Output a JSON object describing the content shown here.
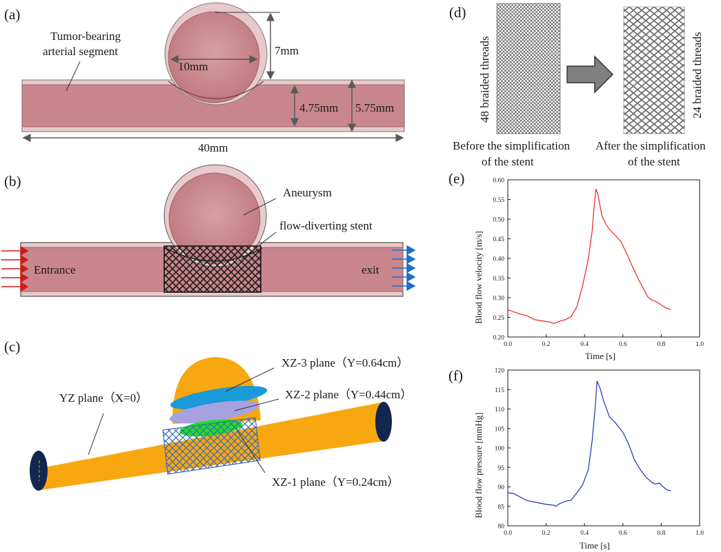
{
  "colors": {
    "vessel_fill": "#c9868c",
    "vessel_wall": "#e8c9cb",
    "aneurysm_fill": "#cf8f95",
    "aneurysm_wall": "#e9cbcd",
    "inlet_arrow": "#cc1a1a",
    "outlet_arrow": "#1f6fc7",
    "dimension_arrow": "#595959",
    "model_orange": "#f7a70f",
    "model_cap": "#12264f",
    "plane_xz3": "#1a9ad9",
    "plane_xz2": "#a7a2df",
    "plane_xz1": "#1ee01e",
    "stent_mesh": "#3d6db5",
    "velocity_line": "#e8221f",
    "pressure_line": "#1d2fb0",
    "simplify_arrow": "#808080"
  },
  "panel_a": {
    "tag": "(a)",
    "segment_label_line1": "Tumor-bearing",
    "segment_label_line2": "arterial segment",
    "dim_aneurysm_diameter": "10mm",
    "dim_aneurysm_height": "7mm",
    "dim_inner_diameter": "4.75mm",
    "dim_outer_diameter": "5.75mm",
    "dim_length": "40mm"
  },
  "panel_b": {
    "tag": "(b)",
    "aneurysm_label": "Aneurysm",
    "stent_label": "flow-diverting stent",
    "entrance_label": "Entrance",
    "exit_label": "exit"
  },
  "panel_c": {
    "tag": "(c)",
    "xz3_label": "XZ-3  plane（Y=0.64cm）",
    "xz2_label": "XZ-2 plane（Y=0.44cm）",
    "yz_label": "YZ plane（X=0）",
    "xz1_label": "XZ-1 plane（Y=0.24cm）"
  },
  "panel_d": {
    "tag": "(d)",
    "before_threads": "48 braided threads",
    "after_threads": "24 braided threads",
    "before_caption_line1": "Before the simplification",
    "before_caption_line2": "of the stent",
    "after_caption_line1": "After the simplification",
    "after_caption_line2": "of the stent"
  },
  "chart_data": [
    {
      "type": "line",
      "tag": "(e)",
      "xlabel": "Time [s]",
      "ylabel": "Blood flow velocity [m/s]",
      "xlim": [
        0.0,
        1.0
      ],
      "ylim": [
        0.2,
        0.6
      ],
      "xticks": [
        "0.0",
        "0.2",
        "0.4",
        "0.6",
        "0.8",
        "1.0"
      ],
      "yticks": [
        "0.20",
        "0.25",
        "0.30",
        "0.35",
        "0.40",
        "0.45",
        "0.50",
        "0.55",
        "0.60"
      ],
      "x": [
        0.0,
        0.01,
        0.03,
        0.06,
        0.1,
        0.14,
        0.18,
        0.22,
        0.24,
        0.26,
        0.28,
        0.3,
        0.33,
        0.36,
        0.39,
        0.42,
        0.44,
        0.45,
        0.46,
        0.47,
        0.49,
        0.51,
        0.53,
        0.56,
        0.59,
        0.62,
        0.65,
        0.68,
        0.71,
        0.73,
        0.75,
        0.77,
        0.79,
        0.81,
        0.83,
        0.85
      ],
      "y": [
        0.267,
        0.268,
        0.264,
        0.259,
        0.254,
        0.244,
        0.241,
        0.238,
        0.234,
        0.238,
        0.242,
        0.244,
        0.252,
        0.277,
        0.33,
        0.4,
        0.47,
        0.533,
        0.577,
        0.562,
        0.51,
        0.488,
        0.474,
        0.459,
        0.443,
        0.412,
        0.379,
        0.348,
        0.32,
        0.302,
        0.294,
        0.291,
        0.285,
        0.278,
        0.273,
        0.27
      ]
    },
    {
      "type": "line",
      "tag": "(f)",
      "xlabel": "Time [s]",
      "ylabel": "Blood flow pressure [mmHg]",
      "xlim": [
        0.0,
        1.0
      ],
      "ylim": [
        80,
        120
      ],
      "xticks": [
        "0.0",
        "0.2",
        "0.4",
        "0.6",
        "0.8",
        "1.0"
      ],
      "yticks": [
        "80",
        "85",
        "90",
        "95",
        "100",
        "105",
        "110",
        "115",
        "120"
      ],
      "x": [
        0.0,
        0.03,
        0.06,
        0.1,
        0.15,
        0.2,
        0.24,
        0.25,
        0.27,
        0.3,
        0.33,
        0.36,
        0.39,
        0.42,
        0.44,
        0.455,
        0.465,
        0.48,
        0.5,
        0.53,
        0.56,
        0.6,
        0.63,
        0.66,
        0.69,
        0.72,
        0.75,
        0.77,
        0.79,
        0.81,
        0.83,
        0.85
      ],
      "y": [
        88.5,
        88.3,
        87.5,
        86.5,
        86.0,
        85.5,
        85.3,
        85.0,
        85.7,
        86.3,
        86.6,
        88.5,
        90.5,
        94.5,
        102.0,
        110.0,
        117.2,
        115.5,
        112.0,
        108.0,
        106.5,
        104.0,
        101.0,
        97.0,
        94.5,
        92.5,
        91.2,
        90.7,
        91.0,
        90.0,
        89.2,
        89.0
      ]
    }
  ]
}
